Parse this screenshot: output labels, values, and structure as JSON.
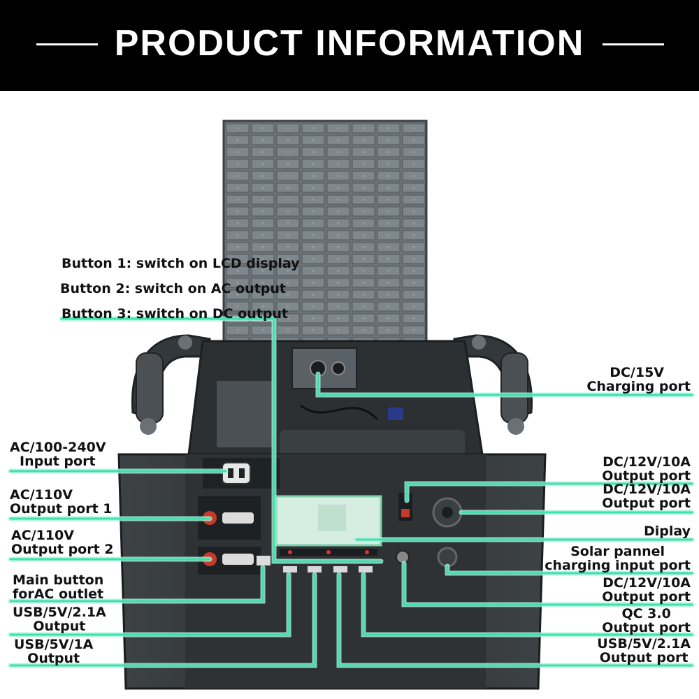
{
  "header": {
    "title": "PRODUCT INFORMATION"
  },
  "colors": {
    "header_bg": "#000000",
    "header_text": "#ffffff",
    "leader": "#3fe0ae",
    "leader_glow": "#a8f5dc",
    "body_dark": "#2a2d2f",
    "panel": "#3b4044",
    "display_glow": "#cfe9dc"
  },
  "labels": {
    "button1": "Button 1: switch on LCD display",
    "button2": "Button 2: switch on AC output",
    "button3": "Button 3: switch on DC output",
    "dc15v_line1": "DC/15V",
    "dc15v_line2": "Charging port",
    "ac_input_line1": "AC/100-240V",
    "ac_input_line2": "Input port",
    "ac_out1_line1": "AC/110V",
    "ac_out1_line2": "Output port 1",
    "ac_out2_line1": "AC/110V",
    "ac_out2_line2": "Output port 2",
    "main_button_line1": "Main button",
    "main_button_line2": "forAC outlet",
    "usb21_left_line1": "USB/5V/2.1A",
    "usb21_left_line2": "Output",
    "usb1_line1": "USB/5V/1A",
    "usb1_line2": "Output",
    "dc12_a_line1": "DC/12V/10A",
    "dc12_a_line2": "Output port",
    "dc12_b_line1": "DC/12V/10A",
    "dc12_b_line2": "Output port",
    "display": "Diplay",
    "solar_line1": "Solar pannel",
    "solar_line2": "charging input port",
    "dc12_c_line1": "DC/12V/10A",
    "dc12_c_line2": "Output port",
    "qc_line1": "QC 3.0",
    "qc_line2": "Output port",
    "usb21_right_line1": "USB/5V/2.1A",
    "usb21_right_line2": "Output port"
  }
}
